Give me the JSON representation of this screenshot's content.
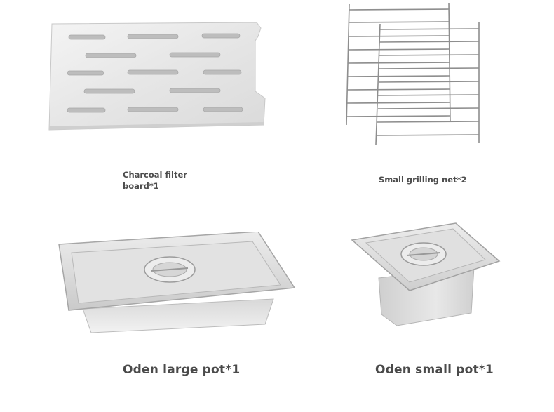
{
  "products": [
    {
      "id": "charcoal-filter-board",
      "label_line1": "Charcoal filter",
      "label_line2": "board*1"
    },
    {
      "id": "small-grilling-net",
      "label": "Small grilling net*2"
    },
    {
      "id": "oden-large-pot",
      "label": "Oden large pot*1"
    },
    {
      "id": "oden-small-pot",
      "label": "Oden small pot*1"
    }
  ],
  "colors": {
    "background": "#ffffff",
    "label_text": "#4a4a4a",
    "steel_light": "#f0f0f0",
    "steel_mid": "#d4d4d4",
    "steel_dark": "#9a9a9a"
  }
}
